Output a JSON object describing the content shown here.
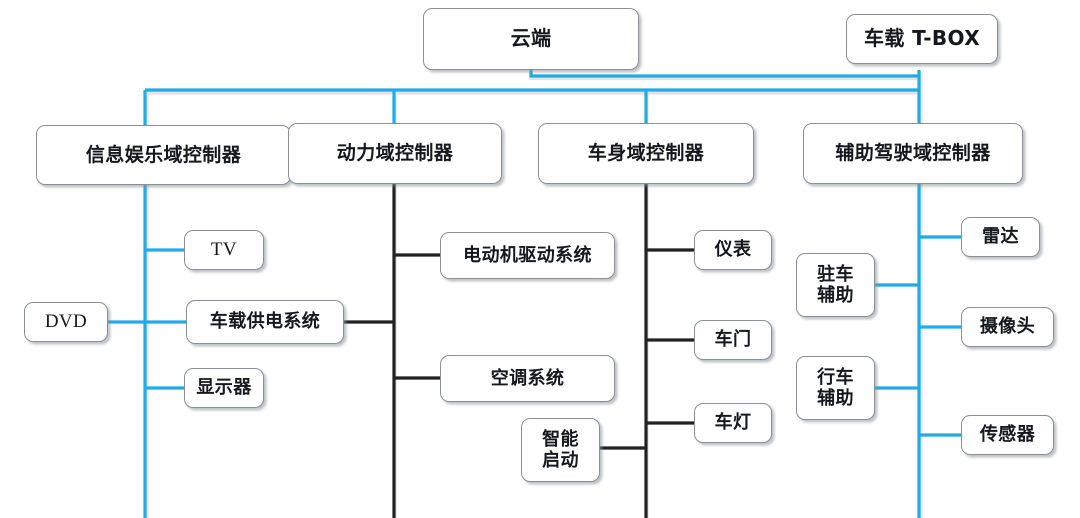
{
  "diagram": {
    "title_nodes": {
      "cloud": "云端",
      "tbox": "车载 T-BOX"
    },
    "colors": {
      "bus_blue": "#22ACE6",
      "bus_black": "#222222",
      "node_border": "#8b9097",
      "node_fill": "#ffffff",
      "text": "#15181c",
      "background": "#ffffff"
    },
    "controllers": [
      {
        "id": "infotainment",
        "label": "信息娱乐域控制器",
        "spine_color": "blue"
      },
      {
        "id": "powertrain",
        "label": "动力域控制器",
        "spine_color": "black"
      },
      {
        "id": "body",
        "label": "车身域控制器",
        "spine_color": "black"
      },
      {
        "id": "adas",
        "label": "辅助驾驶域控制器",
        "spine_color": "blue"
      }
    ],
    "leaves": {
      "infotainment": [
        {
          "id": "tv",
          "label": "TV",
          "side": "right",
          "link": "blue"
        },
        {
          "id": "dvd",
          "label": "DVD",
          "side": "left",
          "link": "blue"
        },
        {
          "id": "power",
          "label": "车载供电系统",
          "side": "right",
          "link": "blue"
        },
        {
          "id": "display",
          "label": "显示器",
          "side": "right",
          "link": "blue"
        }
      ],
      "powertrain": [
        {
          "id": "motor-drive",
          "label": "电动机驱动系统",
          "side": "right",
          "link": "black"
        },
        {
          "id": "hvac",
          "label": "空调系统",
          "side": "right",
          "link": "black"
        }
      ],
      "body": [
        {
          "id": "cluster",
          "label": "仪表",
          "side": "right",
          "link": "black"
        },
        {
          "id": "door",
          "label": "车门",
          "side": "right",
          "link": "black"
        },
        {
          "id": "lamp",
          "label": "车灯",
          "side": "right",
          "link": "black"
        },
        {
          "id": "smart-start",
          "label": "智能\n启动",
          "side": "left",
          "link": "black"
        }
      ],
      "adas": [
        {
          "id": "park-assist",
          "label": "驻车\n辅助",
          "side": "left",
          "link": "blue"
        },
        {
          "id": "drive-assist",
          "label": "行车\n辅助",
          "side": "left",
          "link": "blue"
        },
        {
          "id": "radar",
          "label": "雷达",
          "side": "right",
          "link": "blue"
        },
        {
          "id": "camera",
          "label": "摄像头",
          "side": "right",
          "link": "blue"
        },
        {
          "id": "sensor",
          "label": "传感器",
          "side": "right",
          "link": "blue"
        }
      ]
    },
    "cross_links": [
      {
        "from": "power",
        "to": "powertrain-spine",
        "color": "black"
      }
    ]
  }
}
